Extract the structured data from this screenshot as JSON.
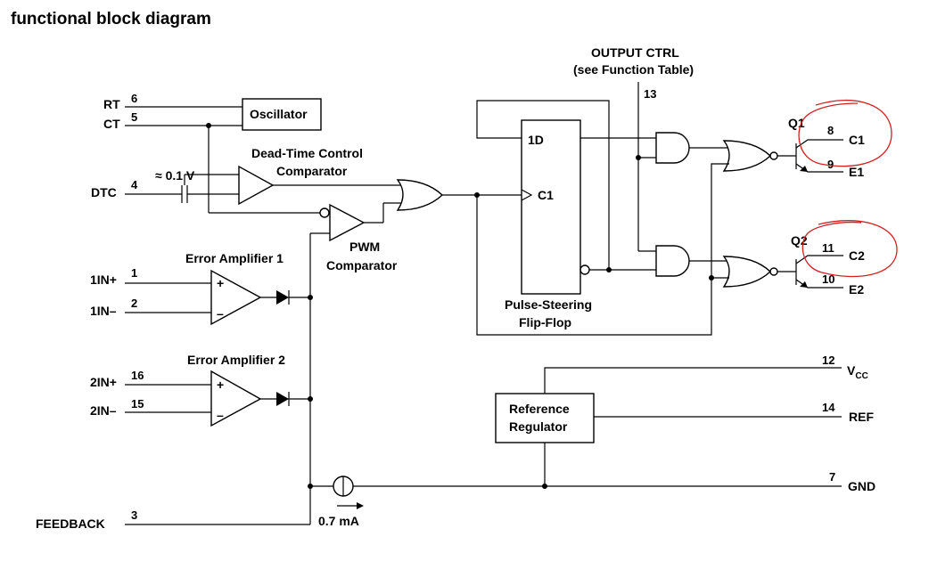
{
  "title": "functional block diagram",
  "blocks": {
    "oscillator": "Oscillator",
    "deadtime1": "Dead-Time Control",
    "deadtime2": "Comparator",
    "pwm1": "PWM",
    "pwm2": "Comparator",
    "ff_d": "1D",
    "ff_c": "C1",
    "ff1": "Pulse-Steering",
    "ff2": "Flip-Flop",
    "ea1": "Error Amplifier 1",
    "ea2": "Error Amplifier 2",
    "refreg1": "Reference",
    "refreg2": "Regulator"
  },
  "labels": {
    "offset": "≈ 0.1 V",
    "output_ctrl": "OUTPUT CTRL",
    "output_ctrl_sub": "(see Function Table)",
    "plus": "+",
    "minus": "–",
    "current": "0.7 mA"
  },
  "transistors": {
    "q1": "Q1",
    "q2": "Q2"
  },
  "pins": {
    "rt": {
      "name": "RT",
      "num": "6"
    },
    "ct": {
      "name": "CT",
      "num": "5"
    },
    "dtc": {
      "name": "DTC",
      "num": "4"
    },
    "in1p": {
      "name": "1IN+",
      "num": "1"
    },
    "in1m": {
      "name": "1IN–",
      "num": "2"
    },
    "in2p": {
      "name": "2IN+",
      "num": "16"
    },
    "in2m": {
      "name": "2IN–",
      "num": "15"
    },
    "feedback": {
      "name": "FEEDBACK",
      "num": "3"
    },
    "output_ctrl": {
      "num": "13"
    },
    "c1": {
      "name": "C1",
      "num": "8"
    },
    "e1": {
      "name": "E1",
      "num": "9"
    },
    "c2": {
      "name": "C2",
      "num": "11"
    },
    "e2": {
      "name": "E2",
      "num": "10"
    },
    "vcc": {
      "name_main": "V",
      "name_sub": "CC",
      "num": "12"
    },
    "ref": {
      "name": "REF",
      "num": "14"
    },
    "gnd": {
      "name": "GND",
      "num": "7"
    }
  }
}
